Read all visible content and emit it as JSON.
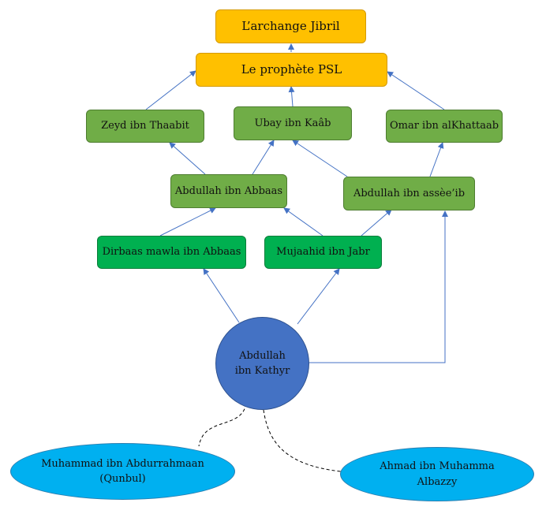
{
  "colors": {
    "gold": "#ffc000",
    "olive": "#70ad47",
    "green": "#00b050",
    "center": "#4472c4",
    "students": "#00b0f0",
    "arrow": "#4472c4",
    "dashed": "#000000"
  },
  "nodes": {
    "jibril": "L’archange Jibril",
    "prophet": "Le prophète PSL",
    "zeyd": "Zeyd ibn Thaabit",
    "ubay": "Ubay ibn Kaâb",
    "omar": "Omar ibn alKhattaab",
    "abbaas": "Abdullah ibn Abbaas",
    "assaib": "Abdullah ibn assèe’ib",
    "dirbaas": "Dirbaas mawla ibn Abbaas",
    "mujaahid": "Mujaahid ibn Jabr",
    "kathir": [
      "Abdullah",
      "ibn Kathyr"
    ],
    "qunbul": [
      "Muhammad ibn Abdurrahmaan",
      "(Qunbul)"
    ],
    "bazzy": [
      "Ahmad ibn Muhamma",
      "Albazzy"
    ]
  }
}
